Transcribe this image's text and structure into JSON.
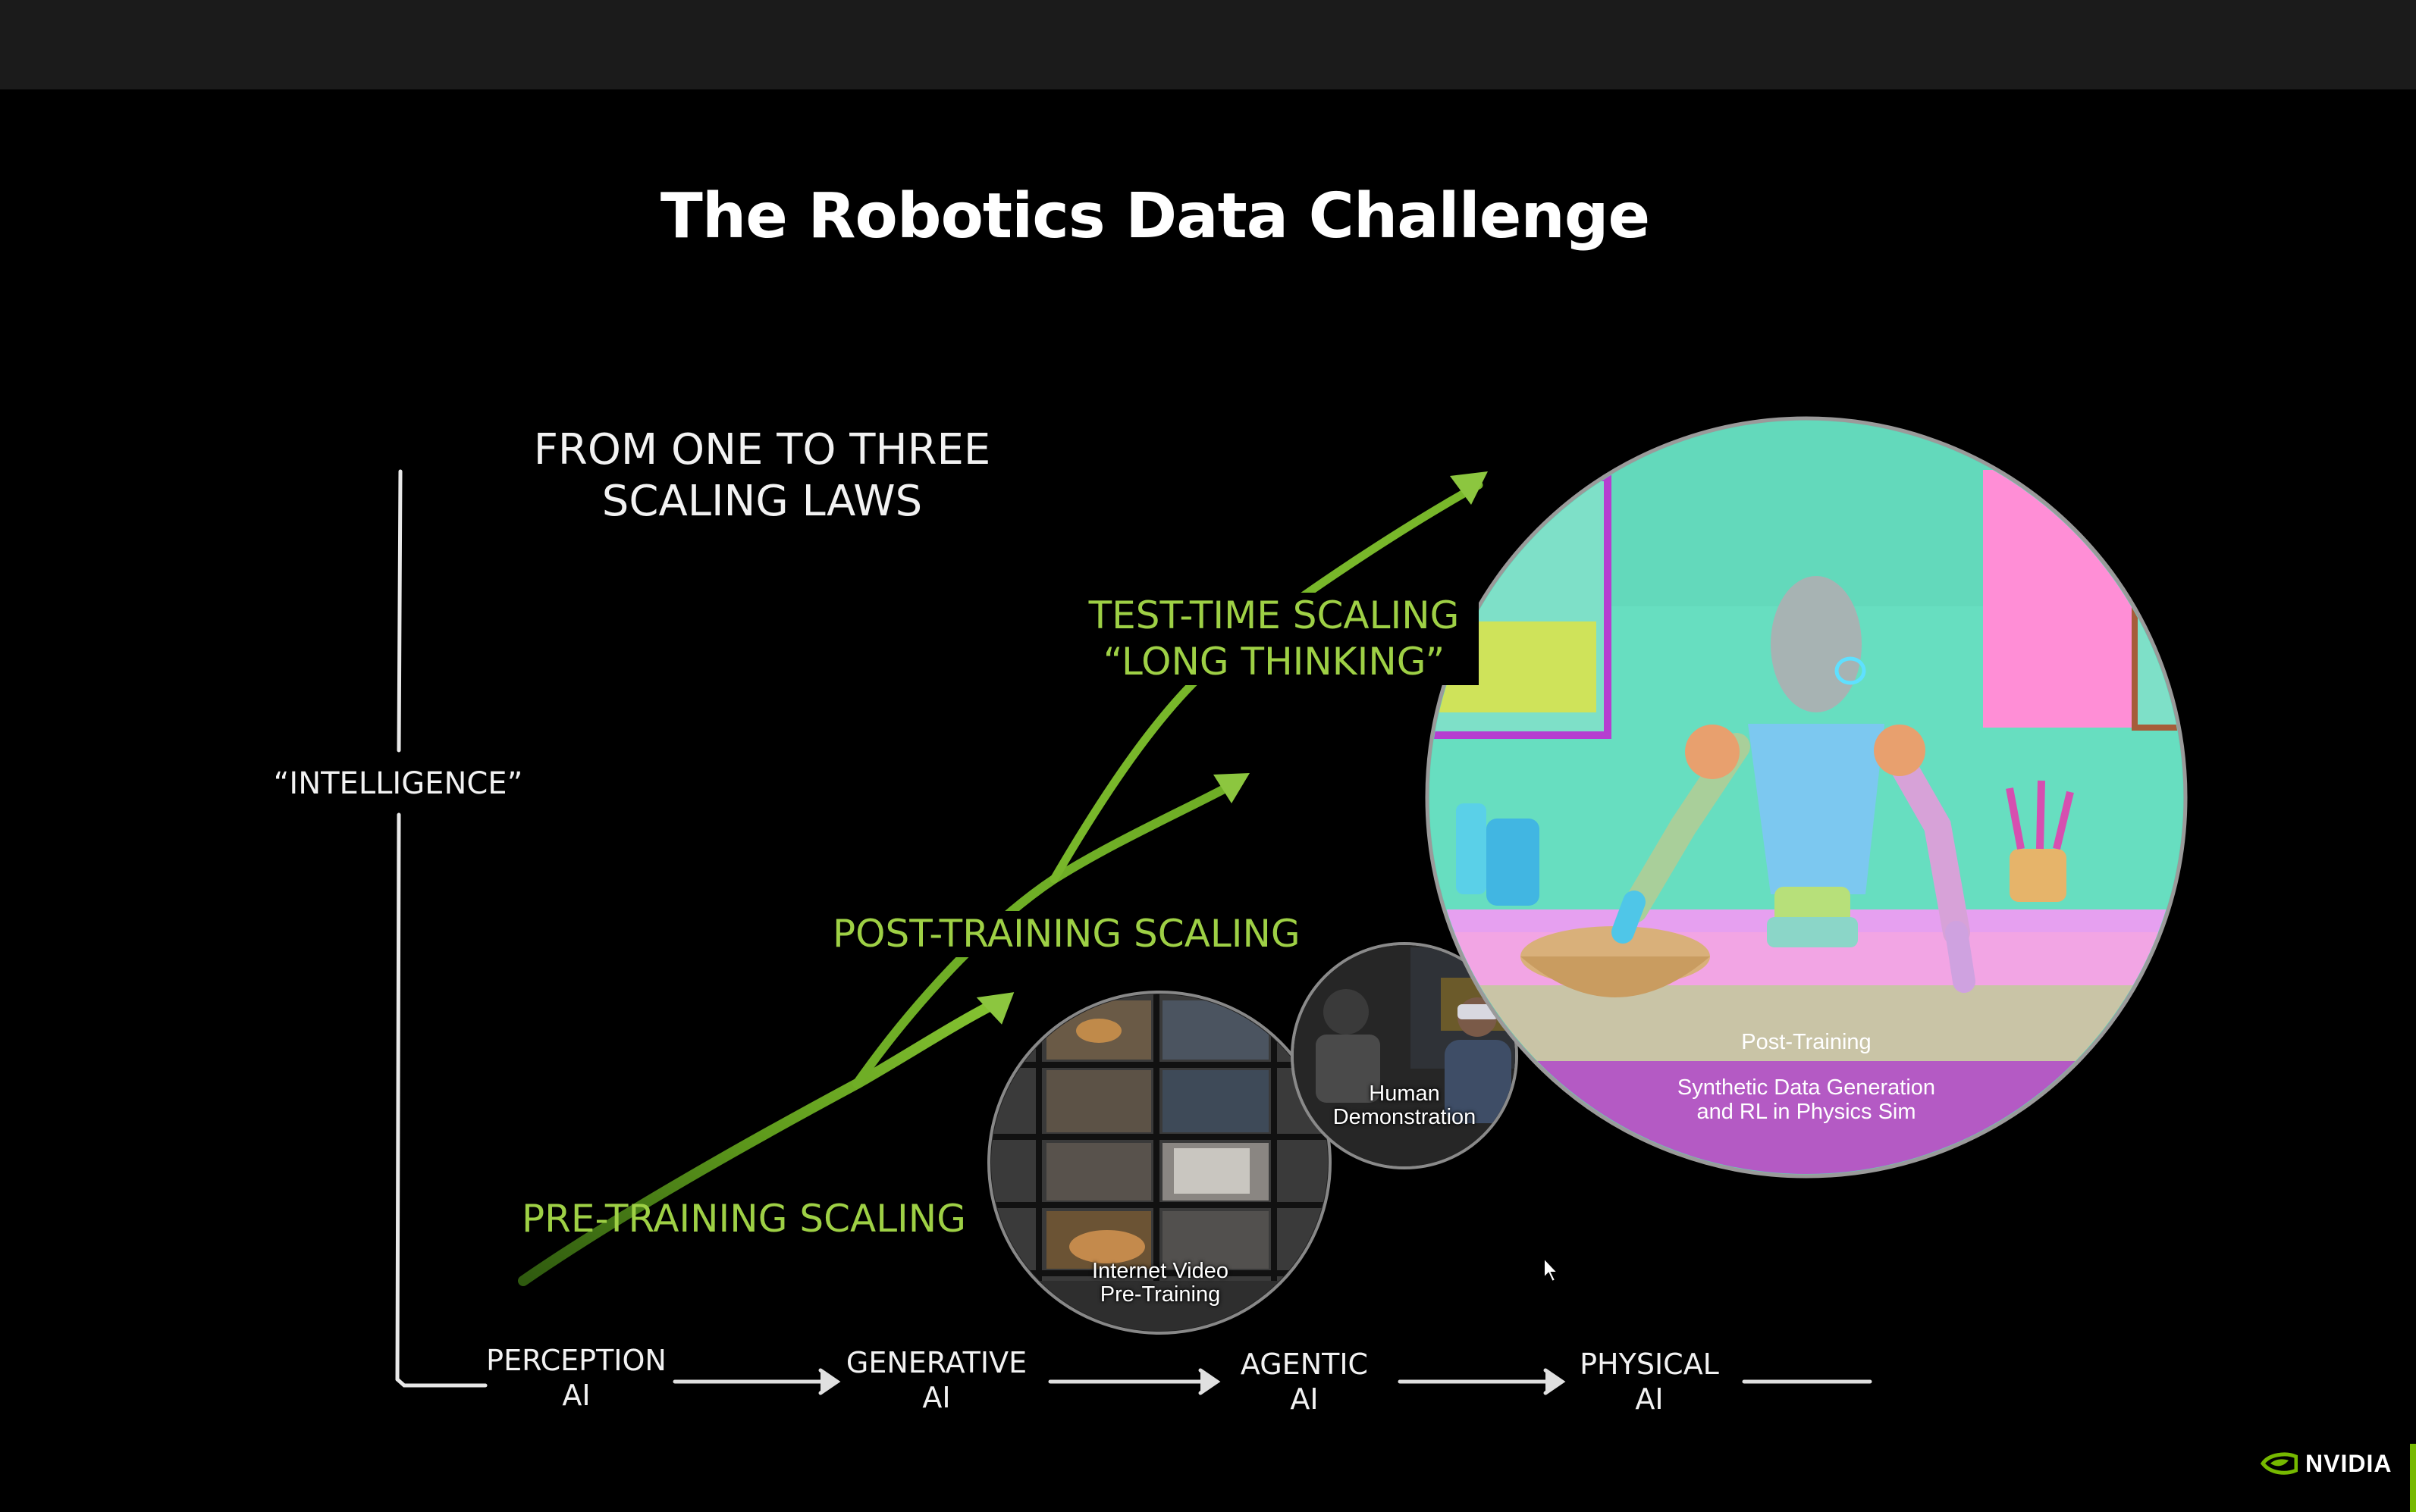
{
  "slide": {
    "title": "The Robotics Data Challenge"
  },
  "heading": {
    "line1": "FROM ONE TO THREE",
    "line2": "SCALING LAWS"
  },
  "y_axis": {
    "label": "“INTELLIGENCE”"
  },
  "stages": [
    {
      "line1": "PERCEPTION",
      "line2": "AI"
    },
    {
      "line1": "GENERATIVE",
      "line2": "AI"
    },
    {
      "line1": "AGENTIC",
      "line2": "AI"
    },
    {
      "line1": "PHYSICAL",
      "line2": "AI"
    }
  ],
  "scaling_laws": {
    "pre_training": "PRE-TRAINING SCALING",
    "post_training": "POST-TRAINING SCALING",
    "test_time_line1": "TEST-TIME SCALING",
    "test_time_line2": "“LONG THINKING”"
  },
  "data_sources": {
    "internet_video_line1": "Internet Video",
    "internet_video_line2": "Pre-Training",
    "human_demo_line1": "Human",
    "human_demo_line2": "Demonstration",
    "post_training_caption": "Post-Training",
    "synthetic_line1": "Synthetic Data Generation",
    "synthetic_line2": "and RL in Physics Sim"
  },
  "brand": {
    "name": "NVIDIA",
    "accent": "#76b900"
  },
  "colors": {
    "chalk_green": "#9ed045",
    "chalk_white": "#f2f2f2"
  }
}
